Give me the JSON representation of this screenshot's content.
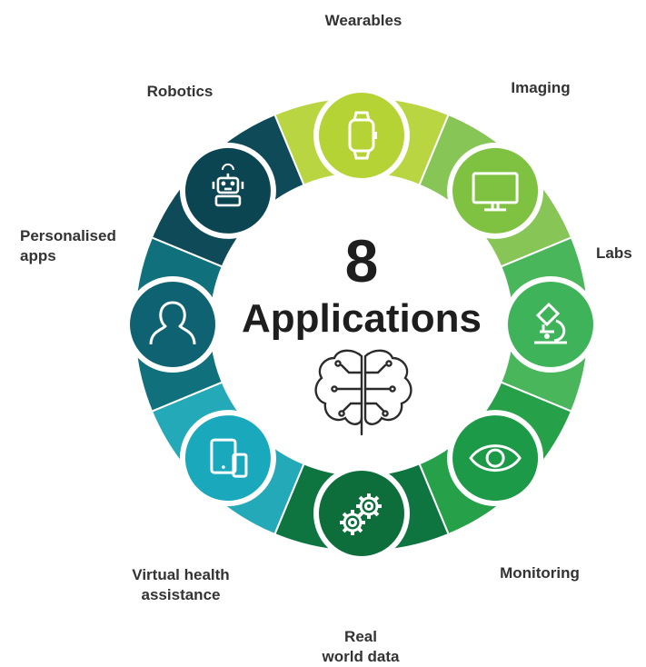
{
  "center": {
    "number": "8",
    "title": "Applications",
    "icon": "brain-icon"
  },
  "applications": [
    {
      "id": "wearables",
      "lines": [
        "Wearables"
      ],
      "icon": "smartwatch-icon",
      "color": "#b5d334",
      "segment_color": "#b9d541"
    },
    {
      "id": "imaging",
      "lines": [
        "Imaging"
      ],
      "icon": "monitor-icon",
      "color": "#7fc241",
      "segment_color": "#86c556"
    },
    {
      "id": "labs",
      "lines": [
        "Labs"
      ],
      "icon": "microscope-icon",
      "color": "#3fb35a",
      "segment_color": "#49b65b"
    },
    {
      "id": "monitoring",
      "lines": [
        "Monitoring"
      ],
      "icon": "eye-icon",
      "color": "#1d9a47",
      "segment_color": "#26a049"
    },
    {
      "id": "real-world-data",
      "lines": [
        "Real",
        "world data"
      ],
      "icon": "gears-icon",
      "color": "#0d6e3c",
      "segment_color": "#0e7440"
    },
    {
      "id": "virtual-health-assistance",
      "lines": [
        "Virtual health",
        "assistance"
      ],
      "icon": "tablet-phone-icon",
      "color": "#1aa9bc",
      "segment_color": "#23a9b8"
    },
    {
      "id": "personalised-apps",
      "lines": [
        "Personalised",
        "apps"
      ],
      "icon": "person-icon",
      "color": "#0f6272",
      "segment_color": "#10707c"
    },
    {
      "id": "robotics",
      "lines": [
        "Robotics"
      ],
      "icon": "robot-icon",
      "color": "#0c4552",
      "segment_color": "#0e4a58"
    }
  ]
}
